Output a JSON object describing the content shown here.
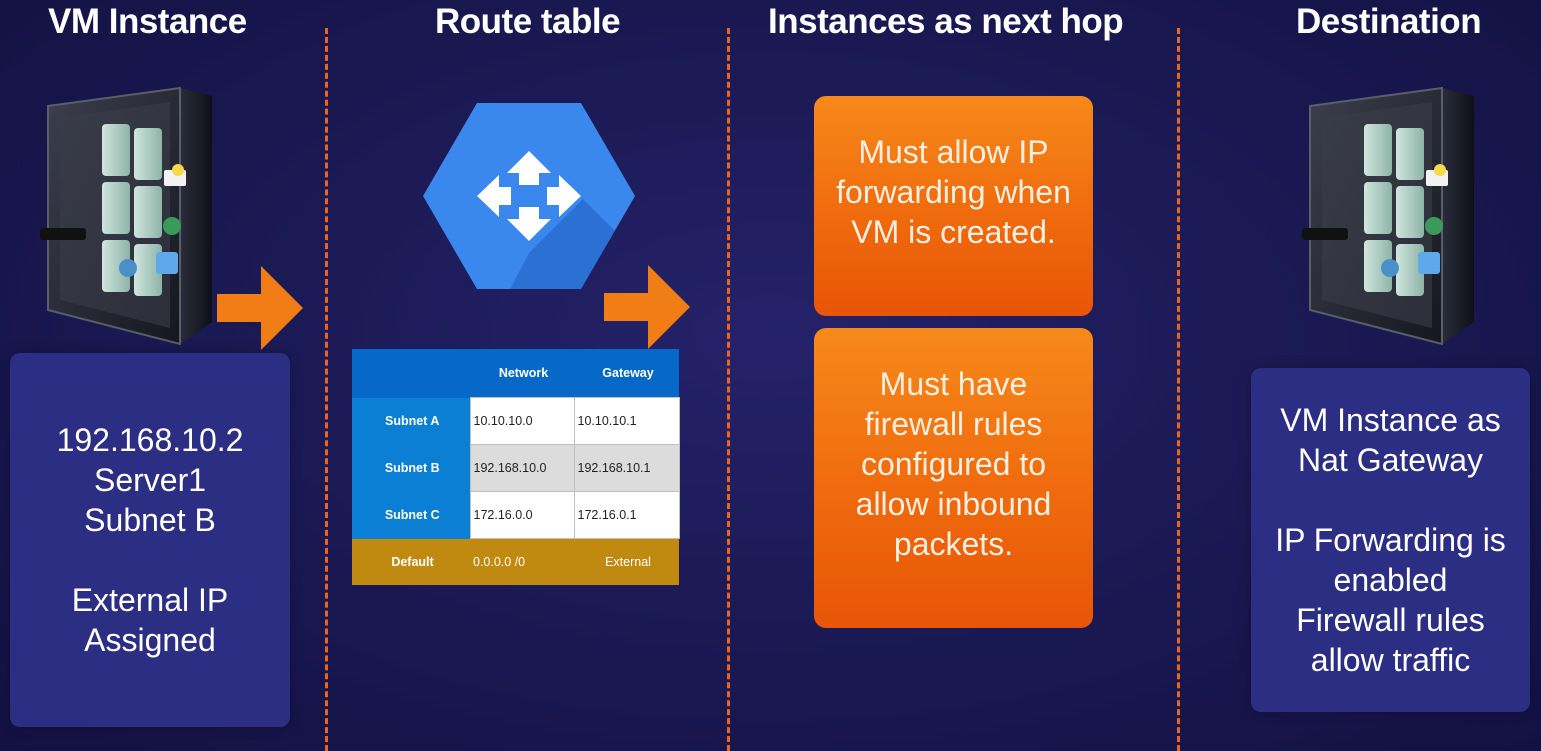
{
  "headings": {
    "vm_instance": "VM Instance",
    "route_table": "Route table",
    "next_hop": "Instances as next hop",
    "destination": "Destination"
  },
  "source_box": {
    "ip": "192.168.10.2",
    "name": "Server1",
    "subnet": "Subnet B",
    "external_line1": "External IP",
    "external_line2": "Assigned"
  },
  "route_table": {
    "columns": [
      "",
      "Network",
      "Gateway"
    ],
    "rows": [
      {
        "name": "Subnet A",
        "network": "10.10.10.0",
        "gateway": "10.10.10.1"
      },
      {
        "name": "Subnet B",
        "network": "192.168.10.0",
        "gateway": "192.168.10.1"
      },
      {
        "name": "Subnet C",
        "network": "172.16.0.0",
        "gateway": "172.16.0.1"
      },
      {
        "name": "Default",
        "network": "0.0.0.0 /0",
        "gateway": "External"
      }
    ]
  },
  "next_hop": {
    "box1": [
      "Must allow IP",
      "forwarding when",
      "VM is created."
    ],
    "box2": [
      "Must have",
      "firewall rules",
      "configured to",
      "allow inbound",
      "packets."
    ]
  },
  "destination_box": {
    "line1": "VM Instance as",
    "line2": "Nat Gateway",
    "line3": "IP Forwarding is",
    "line4": "enabled",
    "line5": "Firewall rules",
    "line6": "allow traffic"
  },
  "icons": {
    "server": "server-tower-icon",
    "router": "router-hexagon-icon",
    "arrow": "right-arrow-icon"
  },
  "colors": {
    "divider": "#e9641f",
    "arrow": "#f07d16",
    "router": "#2f80ed",
    "table_header": "#0668c8",
    "default_row": "#c08a10"
  }
}
